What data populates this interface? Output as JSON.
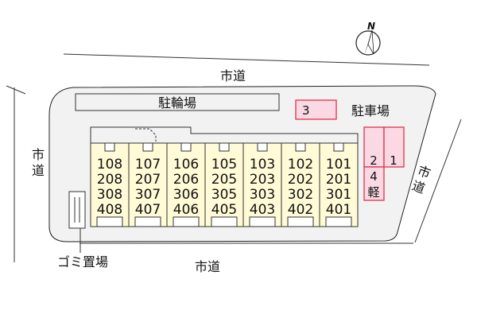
{
  "north": {
    "letter": "N"
  },
  "roads": {
    "top": "市道",
    "bottom": "市道",
    "left": [
      "市",
      "道"
    ],
    "right": [
      "市",
      "道"
    ]
  },
  "bicycle_parking": "駐輪場",
  "parking": {
    "label": "駐車場",
    "spaces": [
      {
        "label": "3"
      },
      {
        "label": "2"
      },
      {
        "label": "1"
      },
      {
        "label": "4",
        "sub": "軽"
      }
    ]
  },
  "garbage": "ゴミ置場",
  "columns": [
    [
      "108",
      "208",
      "308",
      "408"
    ],
    [
      "107",
      "207",
      "307",
      "407"
    ],
    [
      "106",
      "206",
      "306",
      "406"
    ],
    [
      "105",
      "205",
      "305",
      "405"
    ],
    [
      "103",
      "203",
      "303",
      "403"
    ],
    [
      "102",
      "202",
      "302",
      "402"
    ],
    [
      "101",
      "201",
      "301",
      "401"
    ]
  ],
  "colors": {
    "building": "#fffbd6",
    "lot": "#f2f2f2",
    "parking_fill": "#fbd9e4",
    "parking_stroke": "#e0324a"
  }
}
